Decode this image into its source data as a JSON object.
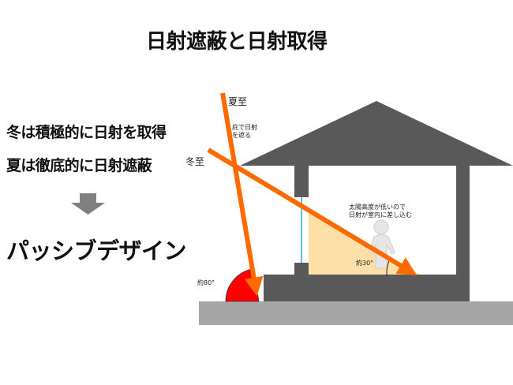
{
  "title": "日射遮蔽と日射取得",
  "points": [
    "冬は積極的に日射を取得",
    "夏は徹底的に日射遮蔽"
  ],
  "conclusion": "パッシブデザイン",
  "diagram": {
    "summer_label": "夏至",
    "winter_label": "冬至",
    "eave_note_line1": "庇で日射",
    "eave_note_line2": "を遮る",
    "interior_note_line1": "太陽高度が低いので",
    "interior_note_line2": "日射が室内に差し込む",
    "winter_angle": "約30°",
    "summer_angle": "約80°"
  },
  "colors": {
    "sun_ray": "#ff6a00",
    "house": "#595959",
    "ground": "#a6a6a6",
    "sunlit_area": "#fde0a8",
    "summer_angle_fill": "#ff0000",
    "down_arrow": "#808080"
  }
}
